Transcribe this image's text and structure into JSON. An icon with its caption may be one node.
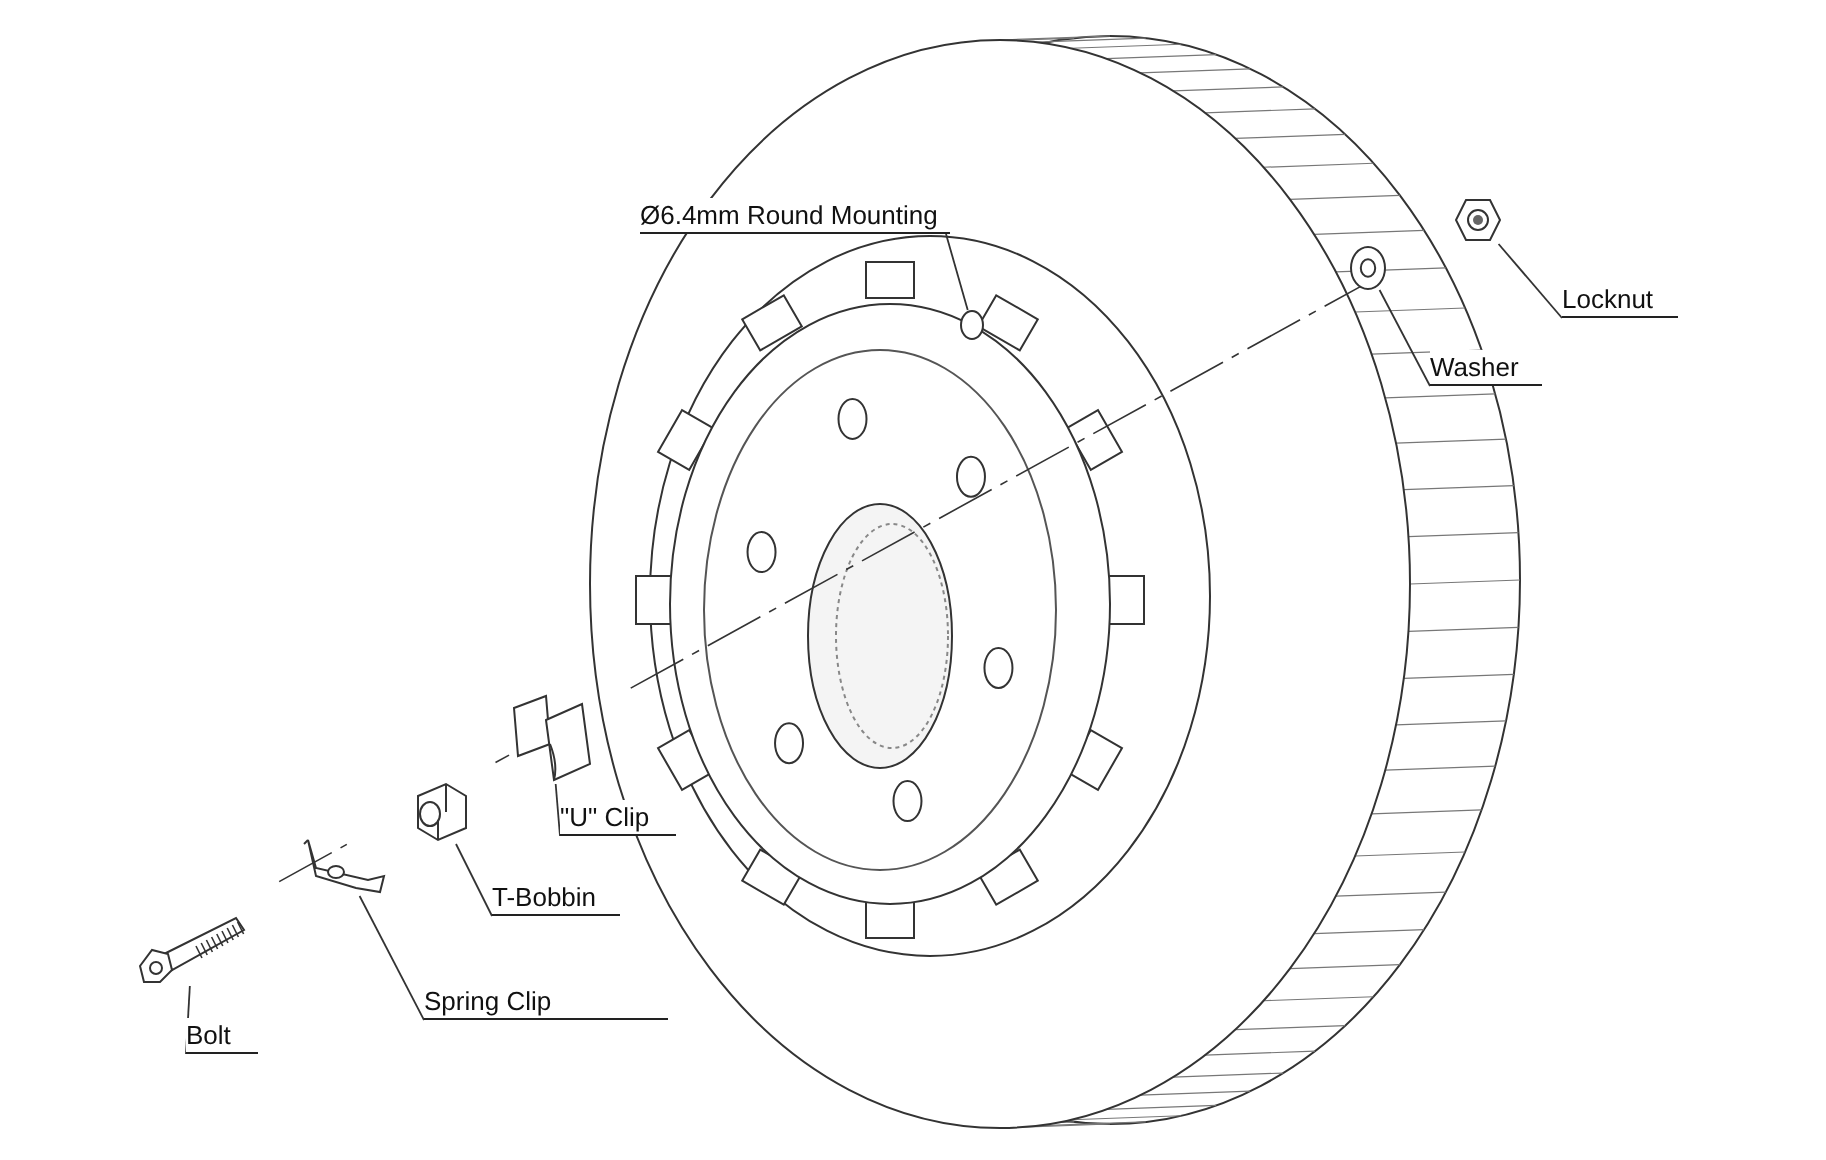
{
  "diagram": {
    "nodes": [
      {
        "text": [
          "Ø6.4mm Round Mounting"
        ]
      },
      {
        "text": [],
        "shape": "circle"
      },
      {
        "text": [],
        "shape": "picture"
      },
      {
        "text": [
          "Locknut"
        ]
      },
      {
        "text": [],
        "shape": "circle"
      },
      {
        "text": [
          "Washer"
        ]
      },
      {
        "text": [],
        "shape": "picture"
      },
      {
        "text": [
          "\"U\" Clip"
        ]
      },
      {
        "text": [],
        "shape": "picture"
      },
      {
        "text": [
          "T-Bobbin"
        ]
      },
      {
        "text": [],
        "shape": "picture"
      },
      {
        "text": [
          "Spring Clip"
        ]
      },
      {
        "text": [],
        "shape": "picture"
      },
      {
        "text": [
          "Bolt"
        ]
      }
    ],
    "edges": [
      {
        "from": 0,
        "to": 1,
        "arrow": "none"
      },
      {
        "from": 3,
        "to": 2,
        "arrow": "none"
      },
      {
        "from": 5,
        "to": 4,
        "arrow": "none"
      },
      {
        "from": 7,
        "to": 6,
        "arrow": "none"
      },
      {
        "from": 9,
        "to": 8,
        "arrow": "none"
      },
      {
        "from": 11,
        "to": 10,
        "arrow": "none"
      },
      {
        "from": 13,
        "to": 12,
        "arrow": "none"
      }
    ]
  }
}
